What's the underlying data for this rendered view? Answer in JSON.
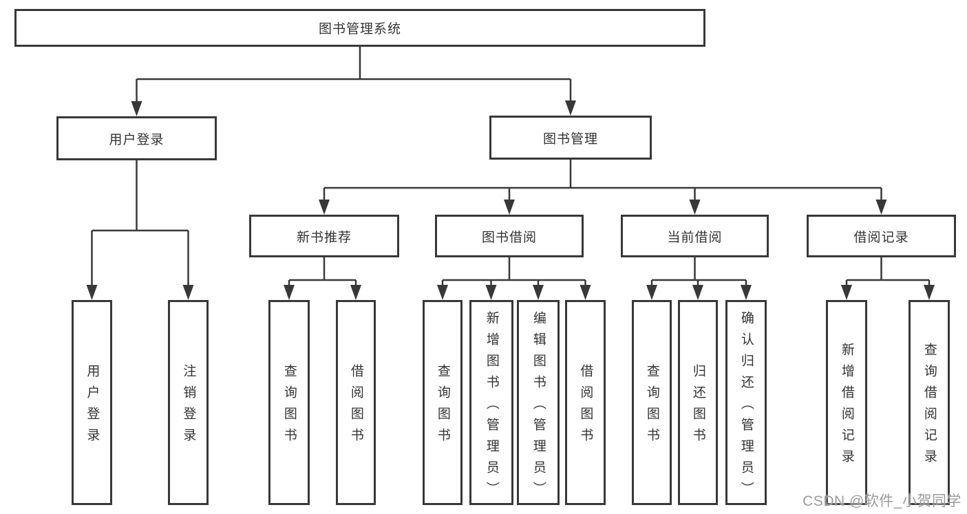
{
  "tree": {
    "root": "图书管理系统",
    "branches": [
      {
        "label": "用户登录",
        "children": [
          "用户登录",
          "注销登录"
        ]
      },
      {
        "label": "图书管理",
        "groups": [
          {
            "label": "新书推荐",
            "children": [
              "查询图书",
              "借阅图书"
            ]
          },
          {
            "label": "图书借阅",
            "children": [
              "查询图书",
              "新增图书（管理员）",
              "编辑图书（管理员）",
              "借阅图书"
            ]
          },
          {
            "label": "当前借阅",
            "children": [
              "查询图书",
              "归还图书",
              "确认归还（管理员）"
            ]
          },
          {
            "label": "借阅记录",
            "children": [
              "新增借阅记录",
              "查询借阅记录"
            ]
          }
        ]
      }
    ]
  },
  "watermark": "CSDN @软件_小贺同学",
  "colors": {
    "line": "#383838",
    "text": "#333333",
    "background": "#ffffff",
    "watermark": "#9b9b9b"
  }
}
